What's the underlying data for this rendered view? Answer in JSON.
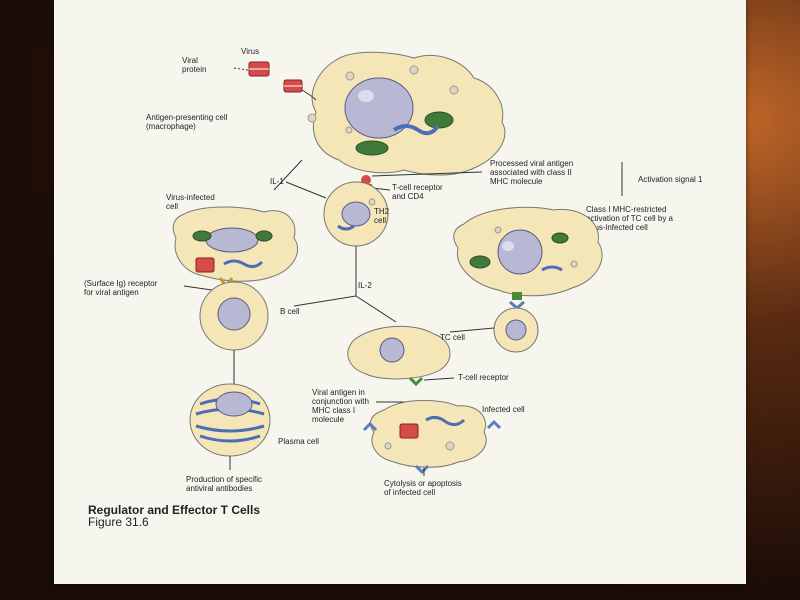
{
  "labels": {
    "virus": "Virus",
    "viral_protein_1": "Viral",
    "viral_protein_2": "protein",
    "apc_1": "Antigen-presenting cell",
    "apc_2": "(macrophage)",
    "il1": "IL-1",
    "processed_1": "Processed viral antigen",
    "processed_2": "associated with class II",
    "processed_3": "MHC molecule",
    "activation_signal": "Activation signal 1",
    "tcr_cd4_1": "T-cell receptor",
    "tcr_cd4_2": "and CD4",
    "th2_cell": "TH2",
    "th2_cell_2": "cell",
    "virus_infected_1": "Virus-infected",
    "virus_infected_2": "cell",
    "class1_1": "Class I MHC-restricted",
    "class1_2": "activation of TC cell by a",
    "class1_3": "virus-infected cell",
    "surface_ig_1": "(Surface Ig) receptor",
    "surface_ig_2": "for viral antigen",
    "il2": "IL-2",
    "b_cell": "B cell",
    "tc_cell": "TC cell",
    "t_cell_receptor": "T-cell receptor",
    "viral_antigen_1": "Viral antigen in",
    "viral_antigen_2": "conjunction with",
    "viral_antigen_3": "MHC class I",
    "viral_antigen_4": "molecule",
    "infected_cell": "Infected cell",
    "plasma_cell": "Plasma cell",
    "production_1": "Production of specific",
    "production_2": "antiviral antibodies",
    "cytolysis_1": "Cytolysis or apoptosis",
    "cytolysis_2": "of infected cell"
  },
  "caption": {
    "title": "Regulator and Effector T Cells",
    "figure": "Figure 31.6"
  },
  "colors": {
    "cytoplasm": "#f4e6b6",
    "nucleus": "#b9b8d4",
    "mitochondria": "#3f7a3a",
    "viral_protein": "#d64a4a",
    "receptor": "#5a7fc0"
  }
}
